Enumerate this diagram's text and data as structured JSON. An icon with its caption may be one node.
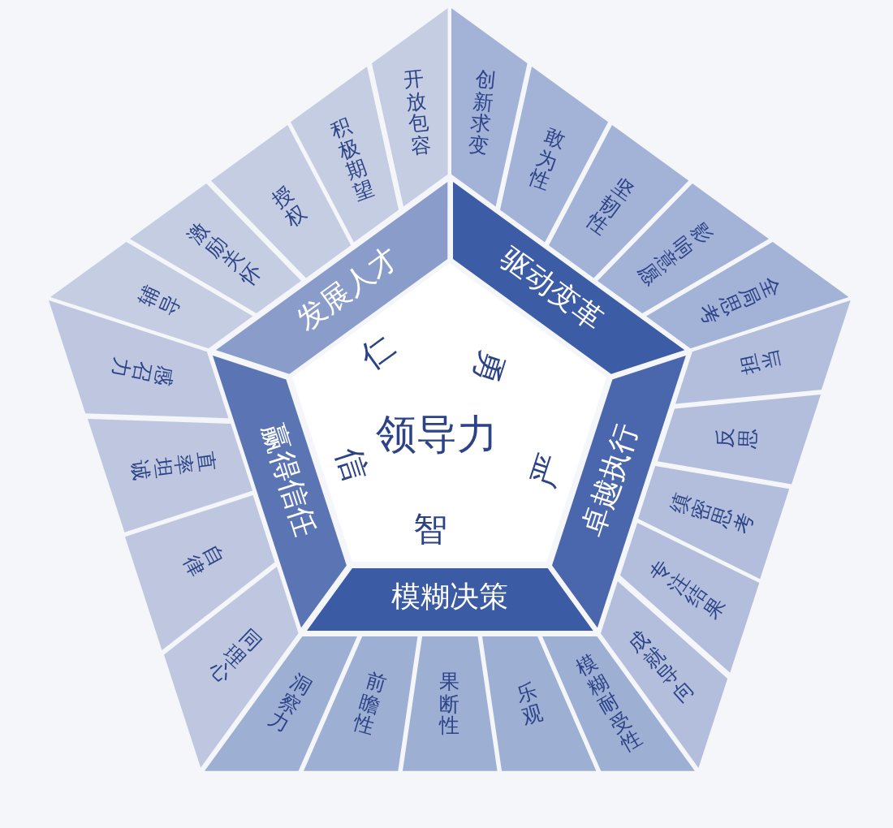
{
  "diagram": {
    "nodes": [
      {
        "text": [
          "仁",
          "勇",
          "领导力",
          "信",
          "严",
          "智"
        ]
      },
      {
        "text": [
          "发展人才"
        ]
      },
      {
        "text": [
          "辅导"
        ]
      },
      {
        "text": [
          "激励关怀"
        ]
      },
      {
        "text": [
          "授权"
        ]
      },
      {
        "text": [
          "积极期望"
        ]
      },
      {
        "text": [
          "开放包容"
        ]
      },
      {
        "text": [
          "驱动变革"
        ]
      },
      {
        "text": [
          "创新求变"
        ]
      },
      {
        "text": [
          "敢为性"
        ]
      },
      {
        "text": [
          "坚韧性"
        ]
      },
      {
        "text": [
          "影响意愿"
        ]
      },
      {
        "text": [
          "全局思考"
        ]
      },
      {
        "text": [
          "赢得信任"
        ]
      },
      {
        "text": [
          "感召力"
        ]
      },
      {
        "text": [
          "直率坦诚"
        ]
      },
      {
        "text": [
          "自律"
        ]
      },
      {
        "text": [
          "同理心"
        ]
      },
      {
        "text": [
          "卓越执行"
        ]
      },
      {
        "text": [
          "担当"
        ]
      },
      {
        "text": [
          "反思"
        ]
      },
      {
        "text": [
          "缜密思考"
        ]
      },
      {
        "text": [
          "专注结果"
        ]
      },
      {
        "text": [
          "成就导向"
        ]
      },
      {
        "text": [
          "模糊决策"
        ]
      },
      {
        "text": [
          "洞察力"
        ]
      },
      {
        "text": [
          "前瞻性"
        ]
      },
      {
        "text": [
          "果断性"
        ]
      },
      {
        "text": [
          "乐观"
        ]
      },
      {
        "text": [
          "模糊耐受性"
        ]
      }
    ]
  }
}
